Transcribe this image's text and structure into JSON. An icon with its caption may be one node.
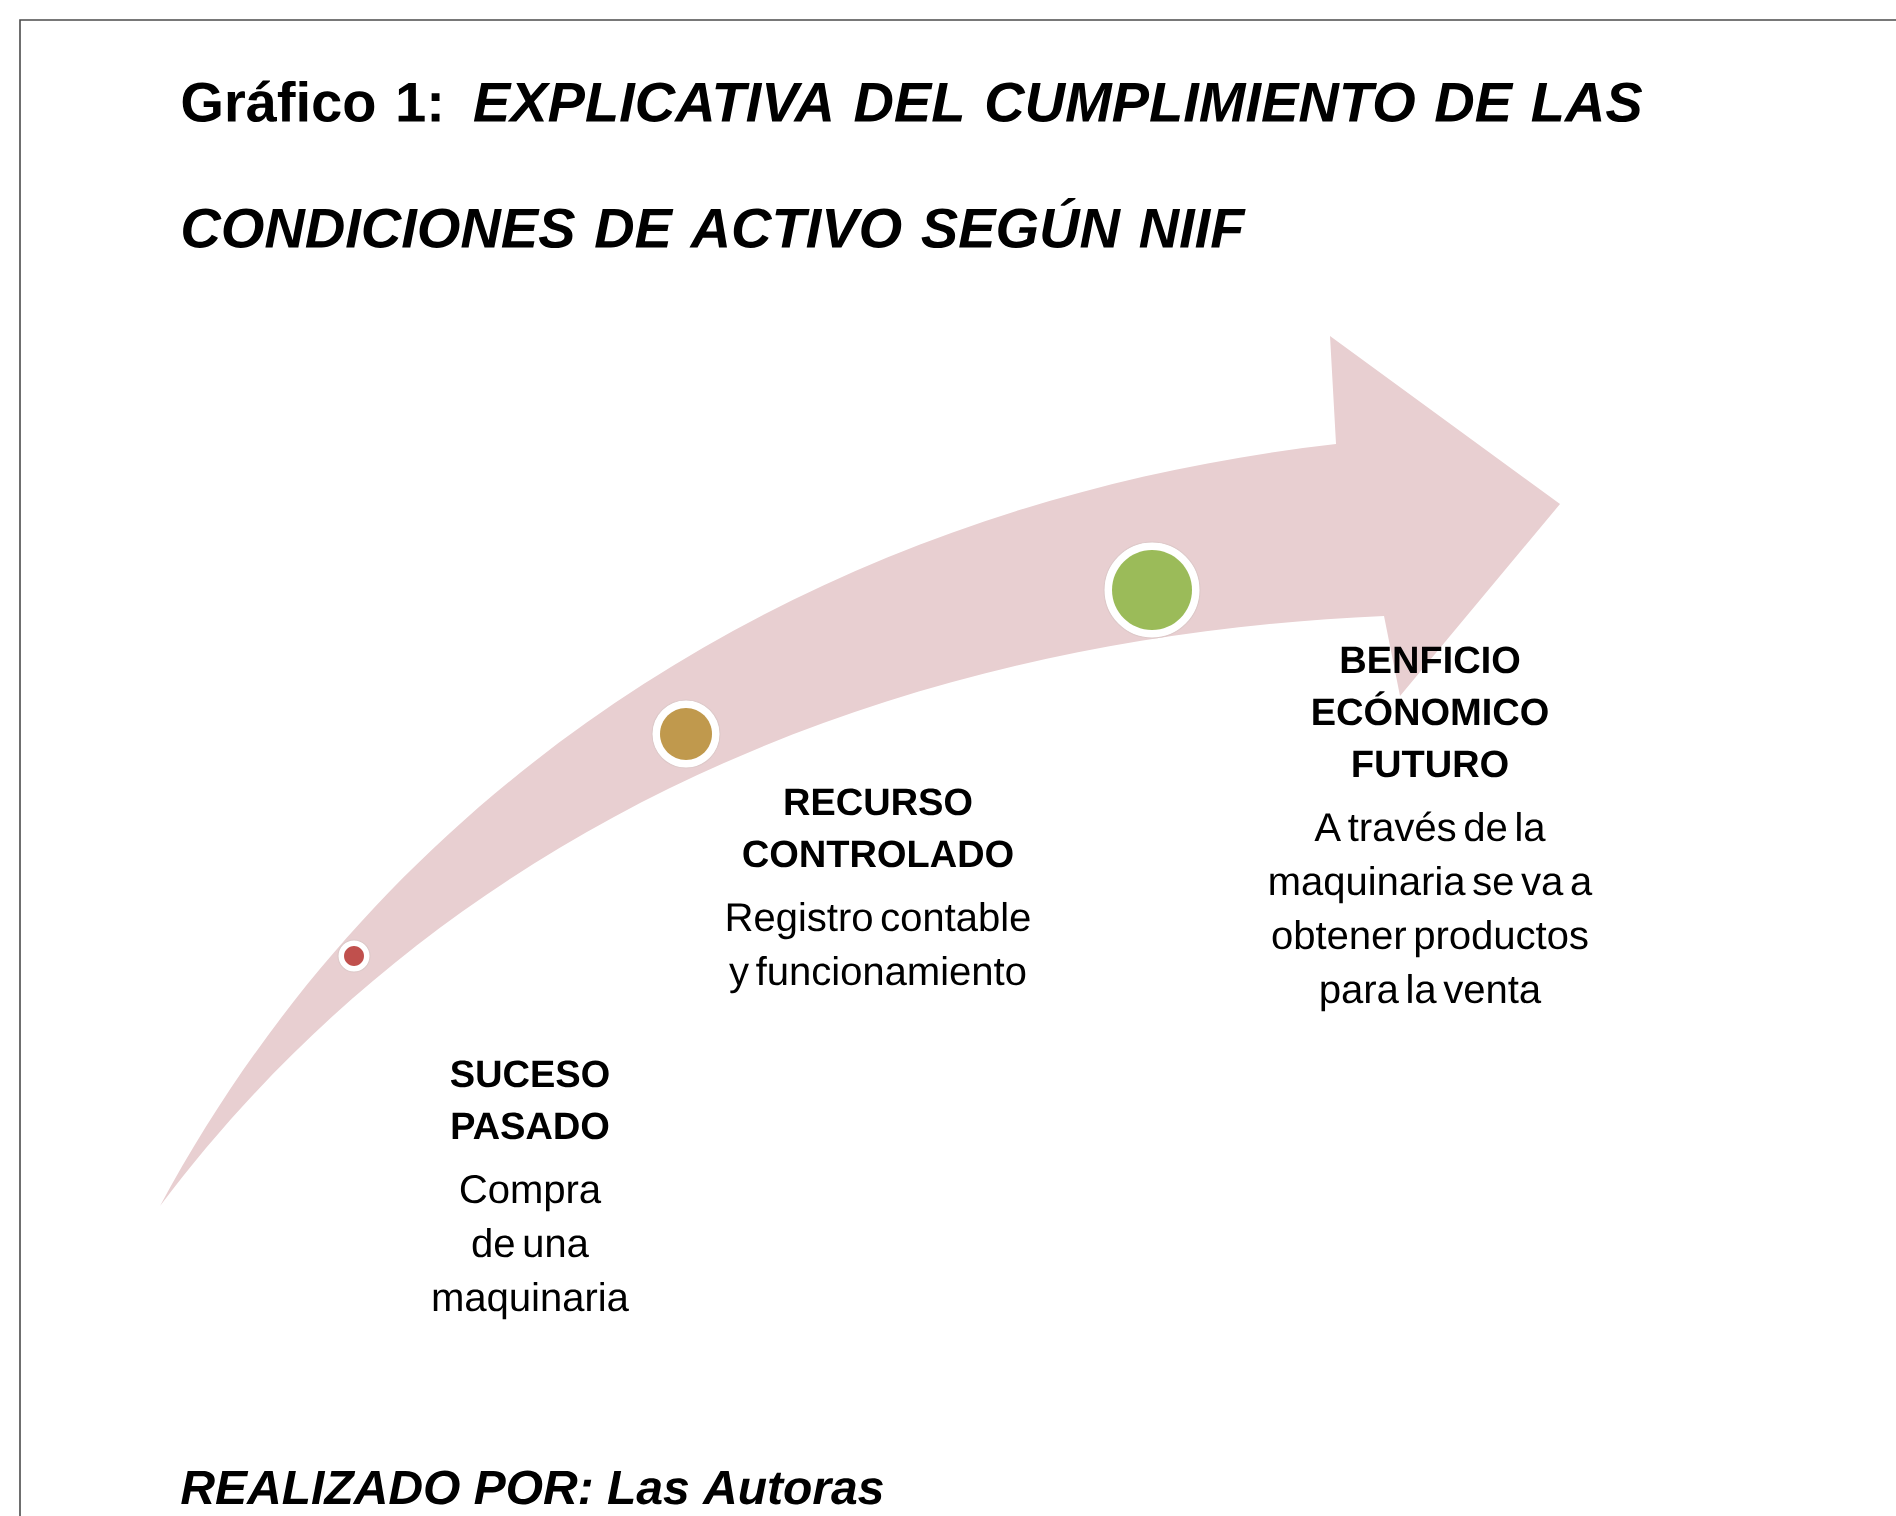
{
  "diagram": {
    "title": "Gráfico 1: *EXPLICATIVA DEL CUMPLIMIENTO  DE LAS CONDICIONES DE ACTIVO SEGÚN NIIF*",
    "caption": "REALIZADO POR: Las Autoras",
    "nodes": [
      {
        "text": [
          "SUCESO PASADO",
          "Compra de una maquinaria"
        ]
      },
      {
        "text": [
          "RECURSO CONTROLADO",
          "Registro contable y funcionamiento"
        ]
      },
      {
        "text": [
          "BENFICIO ECÓNOMICO FUTURO",
          "A través de la maquinaria se va a obtener productos para la venta"
        ]
      }
    ]
  }
}
